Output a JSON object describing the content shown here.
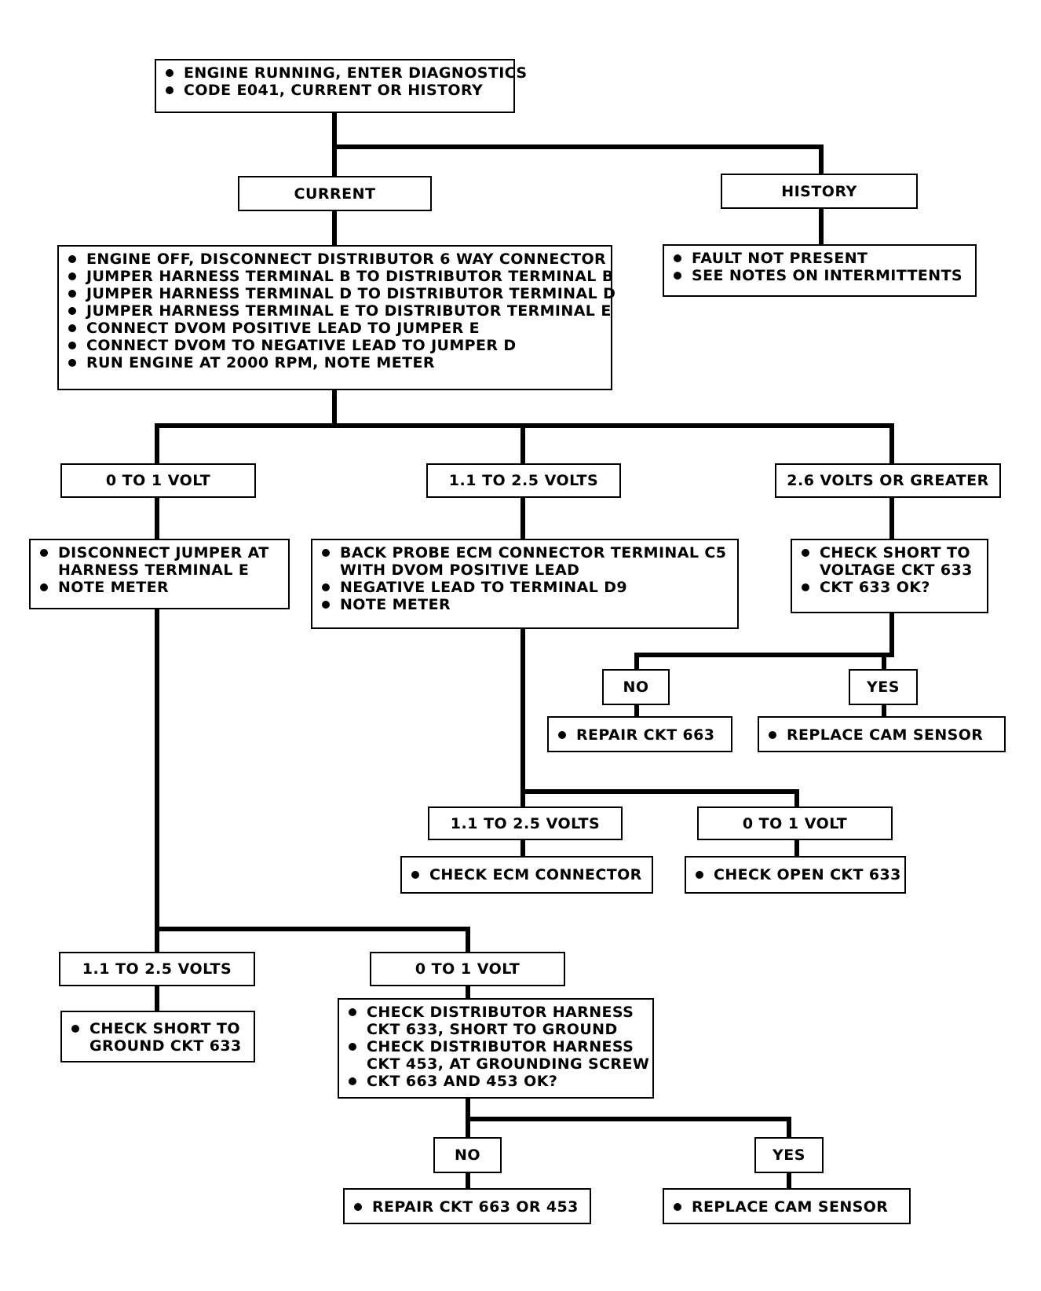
{
  "nodes": {
    "start": {
      "items": [
        "ENGINE RUNNING, ENTER DIAGNOSTICS",
        "CODE E041, CURRENT OR HISTORY"
      ]
    },
    "current": {
      "label": "CURRENT"
    },
    "history": {
      "label": "HISTORY"
    },
    "history_steps": {
      "items": [
        "FAULT NOT PRESENT",
        "SEE NOTES ON INTERMITTENTS"
      ]
    },
    "current_steps": {
      "items": [
        "ENGINE OFF, DISCONNECT DISTRIBUTOR 6 WAY CONNECTOR",
        "JUMPER HARNESS TERMINAL B TO DISTRIBUTOR TERMINAL B",
        "JUMPER HARNESS TERMINAL D TO DISTRIBUTOR TERMINAL D",
        "JUMPER HARNESS TERMINAL E TO DISTRIBUTOR TERMINAL E",
        "CONNECT DVOM POSITIVE LEAD TO JUMPER E",
        "CONNECT DVOM TO NEGATIVE LEAD TO JUMPER D",
        "RUN ENGINE AT 2000 RPM, NOTE METER"
      ]
    },
    "left_range": {
      "label": "0 TO 1 VOLT"
    },
    "mid_range": {
      "label": "1.1 TO 2.5 VOLTS"
    },
    "right_range": {
      "label": "2.6 VOLTS OR GREATER"
    },
    "left_steps": {
      "items": [
        "DISCONNECT JUMPER AT|HARNESS TERMINAL E",
        "NOTE METER"
      ]
    },
    "mid_steps": {
      "items": [
        "BACK PROBE ECM CONNECTOR TERMINAL C5|WITH DVOM POSITIVE LEAD",
        "NEGATIVE LEAD TO TERMINAL D9",
        "NOTE METER"
      ]
    },
    "right_steps": {
      "items": [
        "CHECK SHORT TO|VOLTAGE CKT 633",
        "CKT 633 OK?"
      ]
    },
    "right_no": {
      "label": "NO"
    },
    "right_yes": {
      "label": "YES"
    },
    "right_no_action": {
      "items": [
        "REPAIR CKT 663"
      ]
    },
    "right_yes_action": {
      "items": [
        "REPLACE CAM SENSOR"
      ]
    },
    "mid_sub_a": {
      "label": "1.1 TO 2.5 VOLTS"
    },
    "mid_sub_b": {
      "label": "0 TO 1 VOLT"
    },
    "mid_sub_a_action": {
      "items": [
        "CHECK ECM CONNECTOR"
      ]
    },
    "mid_sub_b_action": {
      "items": [
        "CHECK OPEN CKT 633"
      ]
    },
    "left_sub_a": {
      "label": "1.1 TO 2.5 VOLTS"
    },
    "left_sub_b": {
      "label": "0 TO 1 VOLT"
    },
    "left_sub_a_action": {
      "items": [
        "CHECK SHORT TO|GROUND CKT 633"
      ]
    },
    "left_sub_b_steps": {
      "items": [
        "CHECK DISTRIBUTOR HARNESS|CKT 633, SHORT TO GROUND",
        "CHECK DISTRIBUTOR HARNESS|CKT 453,  AT GROUNDING SCREW",
        "CKT 663 AND 453 OK?"
      ]
    },
    "bottom_no": {
      "label": "NO"
    },
    "bottom_yes": {
      "label": "YES"
    },
    "bottom_no_action": {
      "items": [
        "REPAIR CKT 663 OR 453"
      ]
    },
    "bottom_yes_action": {
      "items": [
        "REPLACE CAM SENSOR"
      ]
    }
  }
}
